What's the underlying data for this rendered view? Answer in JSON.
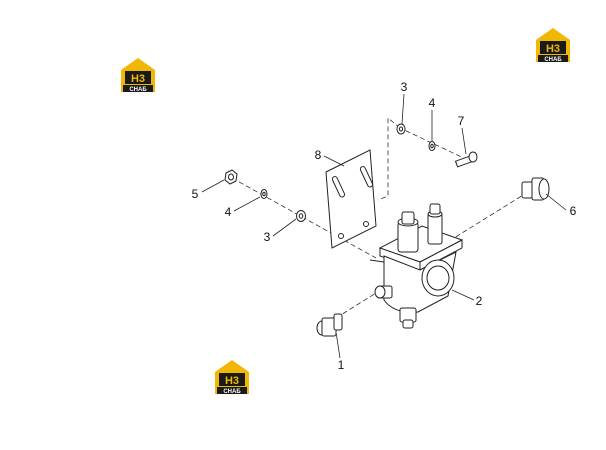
{
  "logos": [
    {
      "brand": "Н3",
      "caption": "СНАБ"
    },
    {
      "brand": "Н3",
      "caption": "СНАБ"
    },
    {
      "brand": "Н3",
      "caption": "СНАБ"
    }
  ],
  "callouts": {
    "c1": "1",
    "c2": "2",
    "c3a": "3",
    "c3b": "3",
    "c4a": "4",
    "c4b": "4",
    "c5": "5",
    "c6": "6",
    "c7": "7",
    "c8": "8"
  },
  "colors": {
    "logo_yellow": "#f2b705",
    "logo_dark": "#1a1a1a",
    "line": "#222222"
  }
}
